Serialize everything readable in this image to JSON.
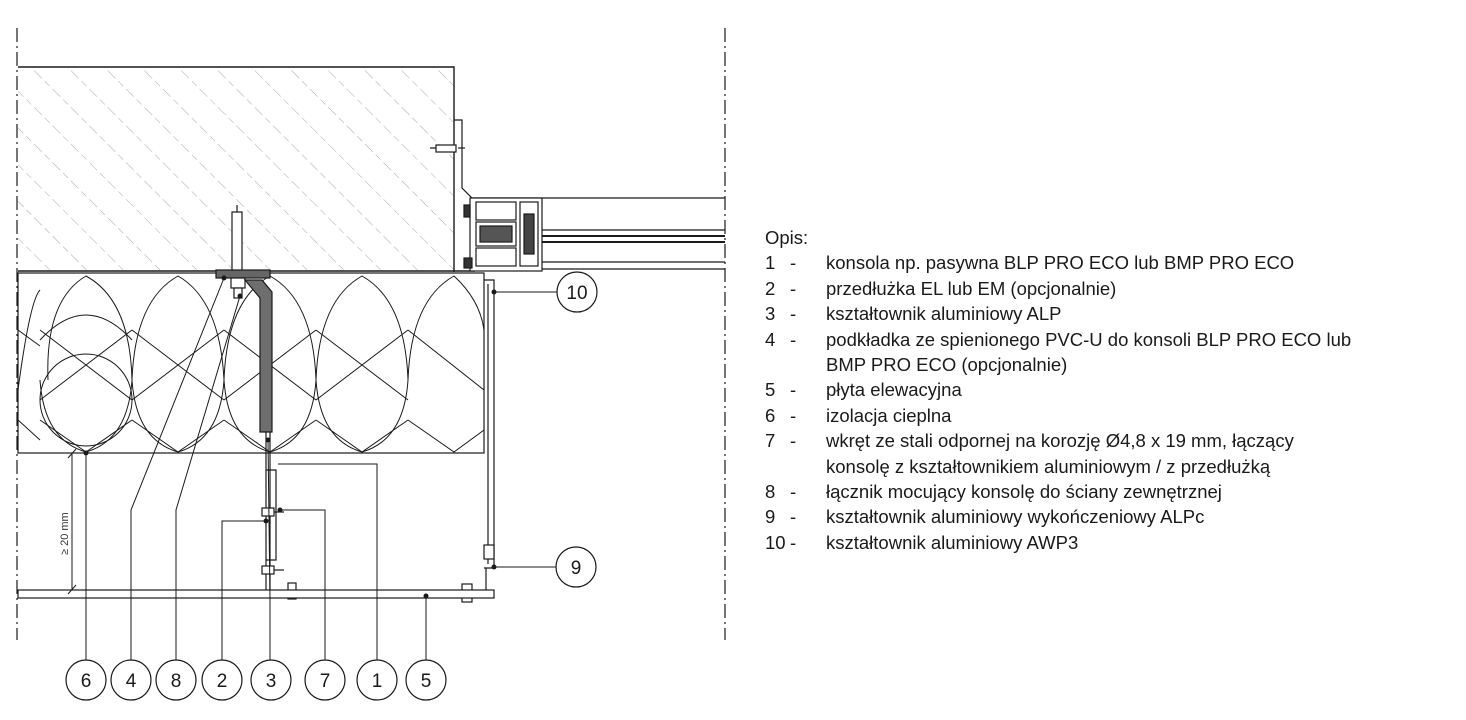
{
  "legend": {
    "title": "Opis:",
    "items": [
      {
        "num": "1",
        "text": "konsola np. pasywna BLP PRO ECO lub BMP PRO ECO"
      },
      {
        "num": "2",
        "text": "przedłużka EL lub EM (opcjonalnie)"
      },
      {
        "num": "3",
        "text": "kształtownik aluminiowy ALP"
      },
      {
        "num": "4",
        "text": "podkładka ze spienionego PVC-U do konsoli BLP PRO ECO lub\nBMP PRO ECO (opcjonalnie)"
      },
      {
        "num": "5",
        "text": "płyta elewacyjna"
      },
      {
        "num": "6",
        "text": "izolacja cieplna"
      },
      {
        "num": "7",
        "text": "wkręt ze stali odpornej na korozję Ø4,8 x 19 mm, łączący\nkonsolę z kształtownikiem aluminiowym / z przedłużką"
      },
      {
        "num": "8",
        "text": "łącznik mocujący konsolę do ściany zewnętrznej"
      },
      {
        "num": "9",
        "text": "kształtownik aluminiowy wykończeniowy ALPc"
      },
      {
        "num": "10",
        "text": "kształtownik aluminiowy AWP3"
      }
    ]
  },
  "callouts": {
    "c10": "10",
    "c9": "9",
    "c6": "6",
    "c4": "4",
    "c8": "8",
    "c2": "2",
    "c3": "3",
    "c7": "7",
    "c1": "1",
    "c5": "5"
  },
  "dimension": {
    "label": "≥ 20 mm"
  },
  "colors": {
    "line": "#1a1a1a",
    "hatch": "#9a9a9a",
    "profile_fill": "#6e6e6e"
  }
}
